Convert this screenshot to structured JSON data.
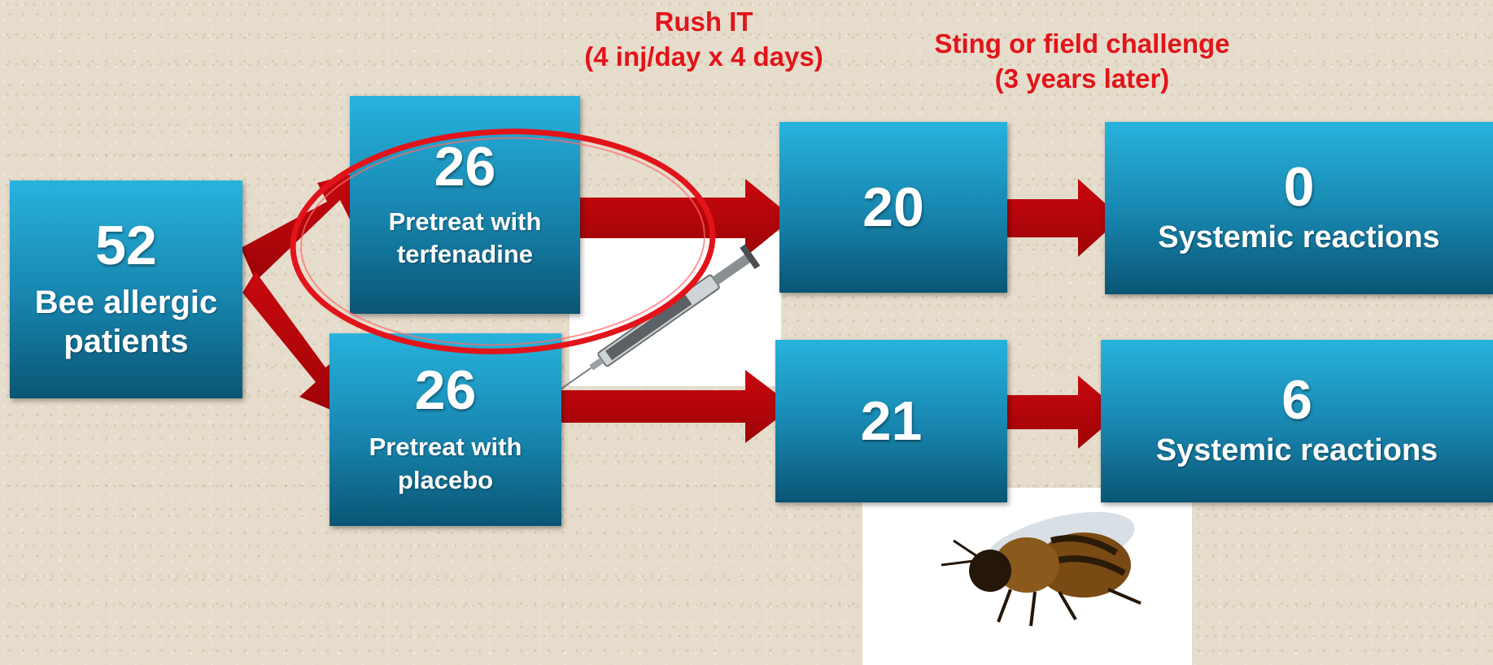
{
  "headers": {
    "rush_title": "Rush IT",
    "rush_detail": "(4 inj/day x 4 days)",
    "challenge_title": "Sting or field challenge",
    "challenge_detail": "(3 years later)"
  },
  "boxes": {
    "total": {
      "count": "52",
      "label_line1": "Bee allergic",
      "label_line2": "patients"
    },
    "terfenadine": {
      "count": "26",
      "label_line1": "Pretreat with",
      "label_line2": "terfenadine"
    },
    "placebo": {
      "count": "26",
      "label_line1": "Pretreat with",
      "label_line2": "placebo"
    },
    "terfenadine_followup": {
      "count": "20"
    },
    "placebo_followup": {
      "count": "21"
    },
    "terfenadine_outcome": {
      "count": "0",
      "label": "Systemic reactions"
    },
    "placebo_outcome": {
      "count": "6",
      "label": "Systemic reactions"
    }
  },
  "colors": {
    "box_top": "#27b3dd",
    "box_bottom": "#0a5574",
    "arrow": "#b5050a",
    "highlight_ellipse": "#e2141a",
    "header_text": "#e2141a"
  },
  "icons": [
    "syringe-image",
    "honeybee-image"
  ]
}
